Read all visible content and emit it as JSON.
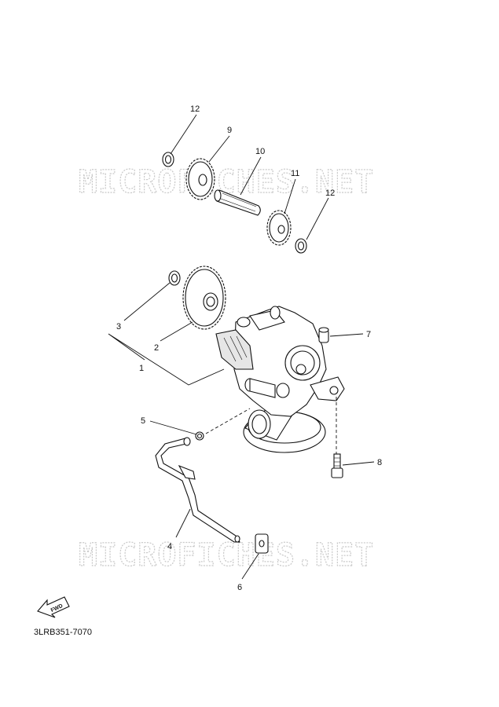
{
  "watermark": "MICROFICHES.NET",
  "doc_id": "3LRB351-7070",
  "fwd_label": "FWD",
  "callouts": [
    "12",
    "9",
    "10",
    "11",
    "12",
    "3",
    "2",
    "1",
    "7",
    "5",
    "8",
    "4",
    "6"
  ]
}
